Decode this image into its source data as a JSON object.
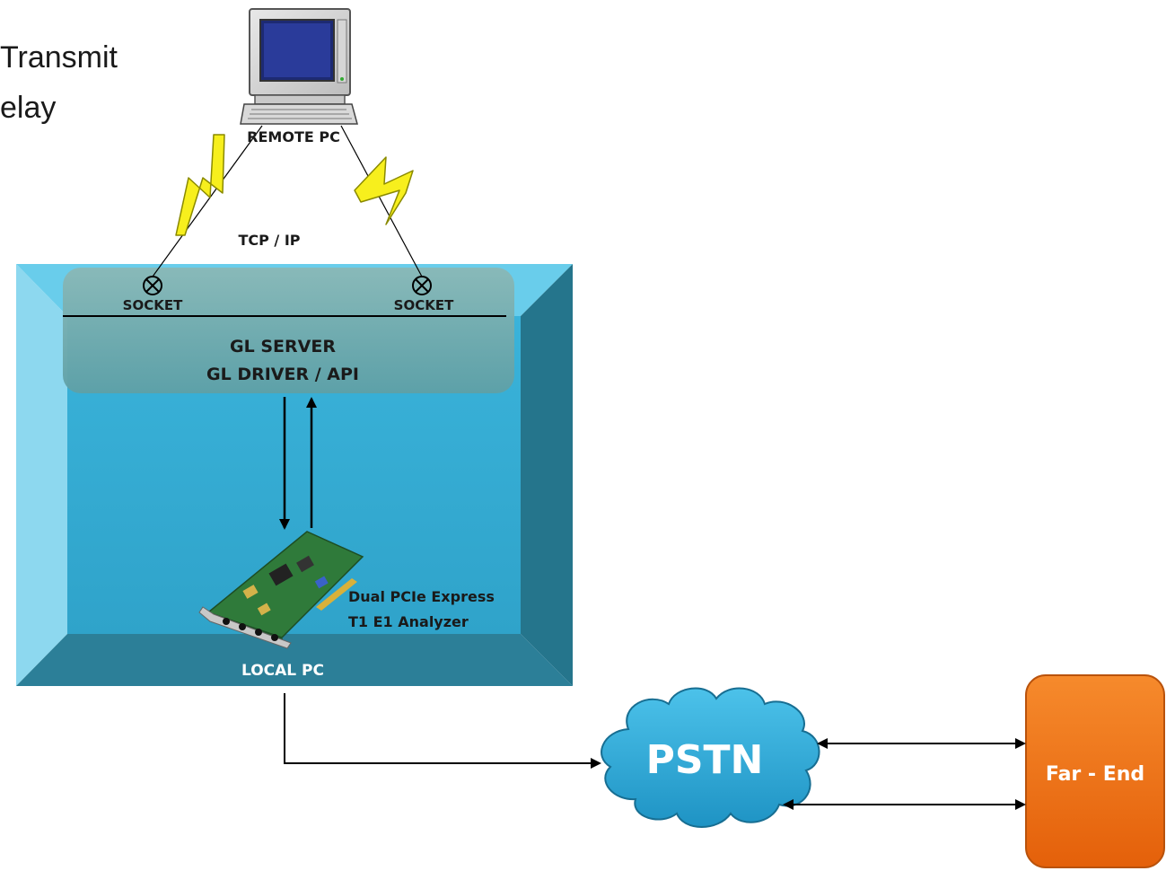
{
  "caption": {
    "line1": "Transmit",
    "line2": "elay"
  },
  "remote_pc": {
    "label": "REMOTE PC"
  },
  "network": {
    "label": "TCP / IP"
  },
  "local_pc": {
    "label": "LOCAL PC",
    "socket_left": "SOCKET",
    "socket_right": "SOCKET",
    "server_line1": "GL SERVER",
    "server_line2": "GL DRIVER / API",
    "card_line1": "Dual PCIe Express",
    "card_line2": "T1 E1 Analyzer"
  },
  "pstn": {
    "label": "PSTN"
  },
  "far_end": {
    "label": "Far - End"
  },
  "colors": {
    "box_front": "#3bb6d9",
    "box_bevel_light": "#7fd4ee",
    "box_bevel_dark": "#2a7f97",
    "server_panel": "#7fb0b0",
    "lightning": "#f5ec1a",
    "pstn_cloud": "#29a9d8",
    "far_end": "#ef7213"
  }
}
